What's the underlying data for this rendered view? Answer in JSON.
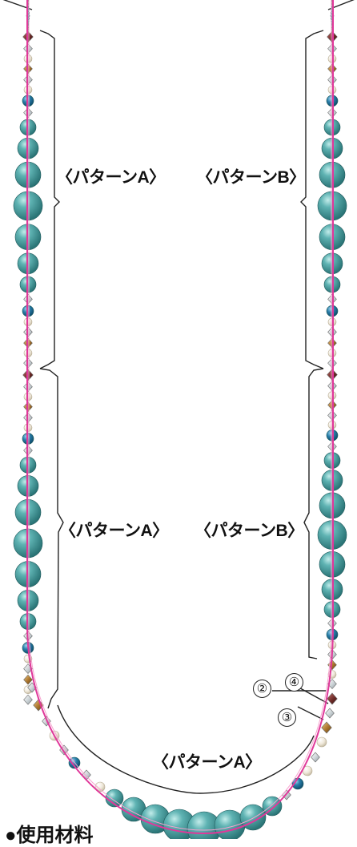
{
  "labels": {
    "upper_a": "〈パターンA〉",
    "upper_b": "〈パターンB〉",
    "lower_a": "〈パターンA〉",
    "lower_b": "〈パターンB〉",
    "bottom_a": "〈パターンA〉"
  },
  "callouts": {
    "n2": "②",
    "n3": "③",
    "n4": "④"
  },
  "materials_heading": "●使用材料",
  "colors": {
    "teal_pearl": "#3f9a9c",
    "teal_pearl_light": "#8fd1d0",
    "blue_bead": "#1f6f98",
    "crystal": "#d8dde0",
    "white_pearl": "#f1ece2",
    "bronze": "#a9742d",
    "garnet": "#6e2b28",
    "wire": "#e0389a",
    "bracket": "#222222"
  }
}
